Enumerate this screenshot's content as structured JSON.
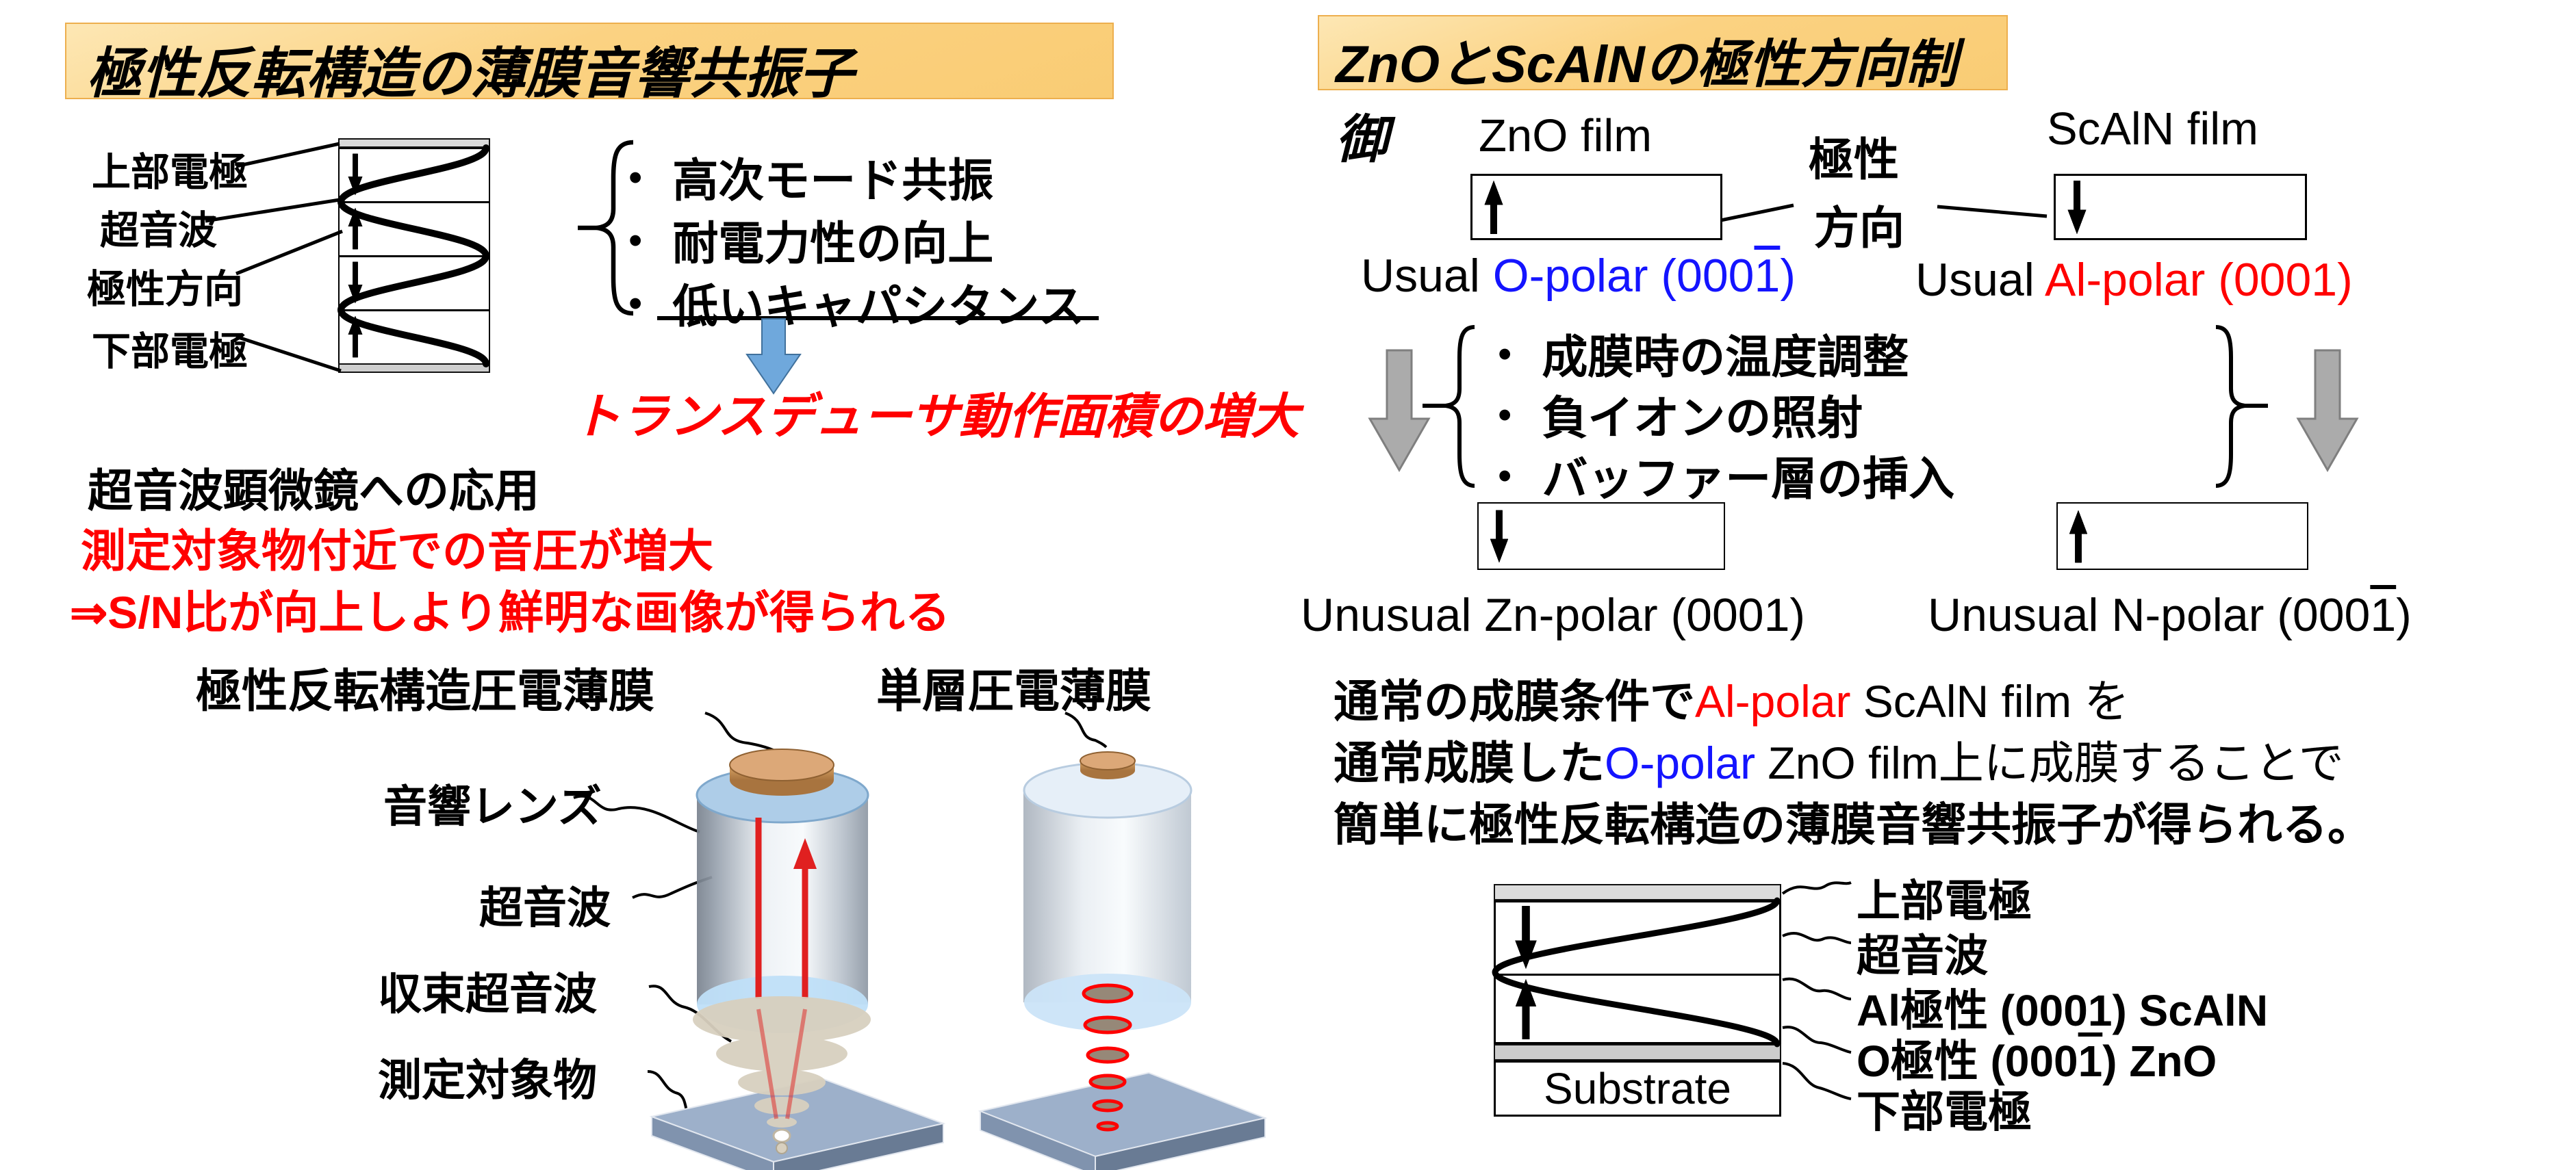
{
  "ui": {
    "bullet": "•"
  },
  "colors": {
    "title_bg": "#FBD282",
    "arrow_red": "#FF0000",
    "arrow_blue": "#1414FF",
    "big_arrow_blue": "#6FA8DC",
    "big_arrow_gray": "#ABABAB",
    "electrode_gray": "#D9D9D9"
  },
  "left": {
    "title": "極性反転構造の薄膜音響共振子",
    "stack_labels": [
      "上部電極",
      "超音波",
      "極性方向",
      "下部電極"
    ],
    "benefits": [
      "高次モード共振",
      "耐電力性の向上",
      "低いキャパシタンス"
    ],
    "result": "トランスデューサ動作面積の増大",
    "app_line1": "超音波顕微鏡への応用",
    "app_line2": "測定対象物付近での音圧が増大",
    "app_line3": "⇒S/N比が向上しより鮮明な画像が得られる",
    "film_label_left": "極性反転構造圧電薄膜",
    "film_label_right": "単層圧電薄膜",
    "lens_labels": [
      "音響レンズ",
      "超音波",
      "収束超音波",
      "測定対象物"
    ]
  },
  "right": {
    "title": "ZnOとScAlNの極性方向制御",
    "zno_film": "ZnO film",
    "scaln_film": "ScAlN film",
    "polarity1": "極性",
    "polarity2": "方向",
    "usual_left_prefix": "Usual ",
    "usual_left_main": "O-polar (000",
    "usual_left_bar": "1",
    "usual_left_suffix": ")",
    "usual_right_prefix": "Usual ",
    "usual_right_main": "Al-polar (0001)",
    "methods": [
      "成膜時の温度調整",
      "負イオンの照射",
      "バッファー層の挿入"
    ],
    "unusual_left": "Unusual Zn-polar (0001)",
    "unusual_right_main": "Unusual N-polar (000",
    "unusual_right_bar": "1",
    "unusual_right_suffix": ")",
    "summary": {
      "l1a": "通常の成膜条件で",
      "l1b": "Al-polar",
      "l1c": " ScAlN film を",
      "l2a": "通常成膜した",
      "l2b": "O-polar",
      "l2c": " ZnO film上に成膜することで",
      "l3": "簡単に極性反転構造の薄膜音響共振子が得られる。"
    },
    "stack": {
      "substrate": "Substrate",
      "label1": "上部電極",
      "label2": "超音波",
      "label3": "Al極性 (0001) ScAlN",
      "label4a": "O極性 (000",
      "label4bar": "1",
      "label4b": ") ZnO",
      "label5": "下部電極"
    }
  }
}
